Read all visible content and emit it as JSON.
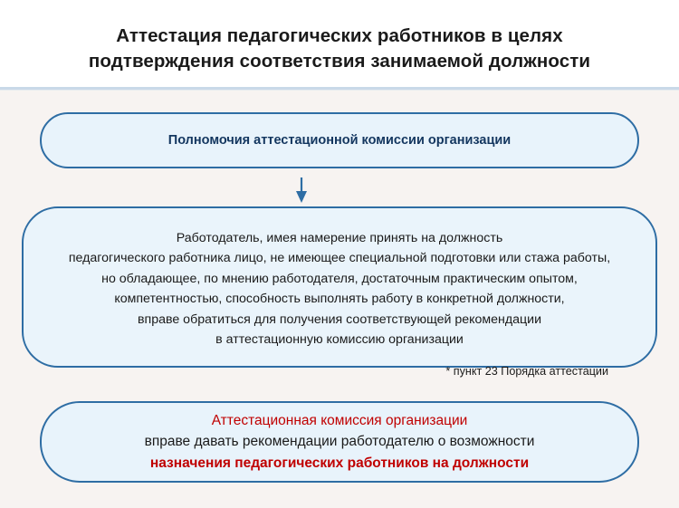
{
  "slide": {
    "title": "Аттестация педагогических работников в целях\nподтверждения соответствия занимаемой должности",
    "accent_color": "#2e6da4",
    "box_fill": "#e8f3fb",
    "red_color": "#c00000",
    "background": "#f7f3f1"
  },
  "boxes": {
    "powers": {
      "label": "Полномочия аттестационной комиссии организации"
    },
    "employer": {
      "paragraph": "Работодатель, имея намерение принять на должность\nпедагогического работника лицо, не имеющее специальной подготовки или стажа работы,\nно обладающее, по мнению работодателя, достаточным практическим опытом,\nкомпетентностью, способность выполнять работу в конкретной должности,\nвправе обратиться для получения соответствующей рекомендации\nв аттестационную комиссию организации",
      "footnote": "* пункт 23 Порядка аттестации"
    },
    "commission": {
      "line1": "Аттестационная комиссия организации",
      "line2_bold": "вправе давать рекомендации",
      "line2_rest": " работодателю о возможности",
      "line3": "назначения педагогических работников на должности"
    }
  },
  "connector": {
    "name": "down-arrow"
  }
}
